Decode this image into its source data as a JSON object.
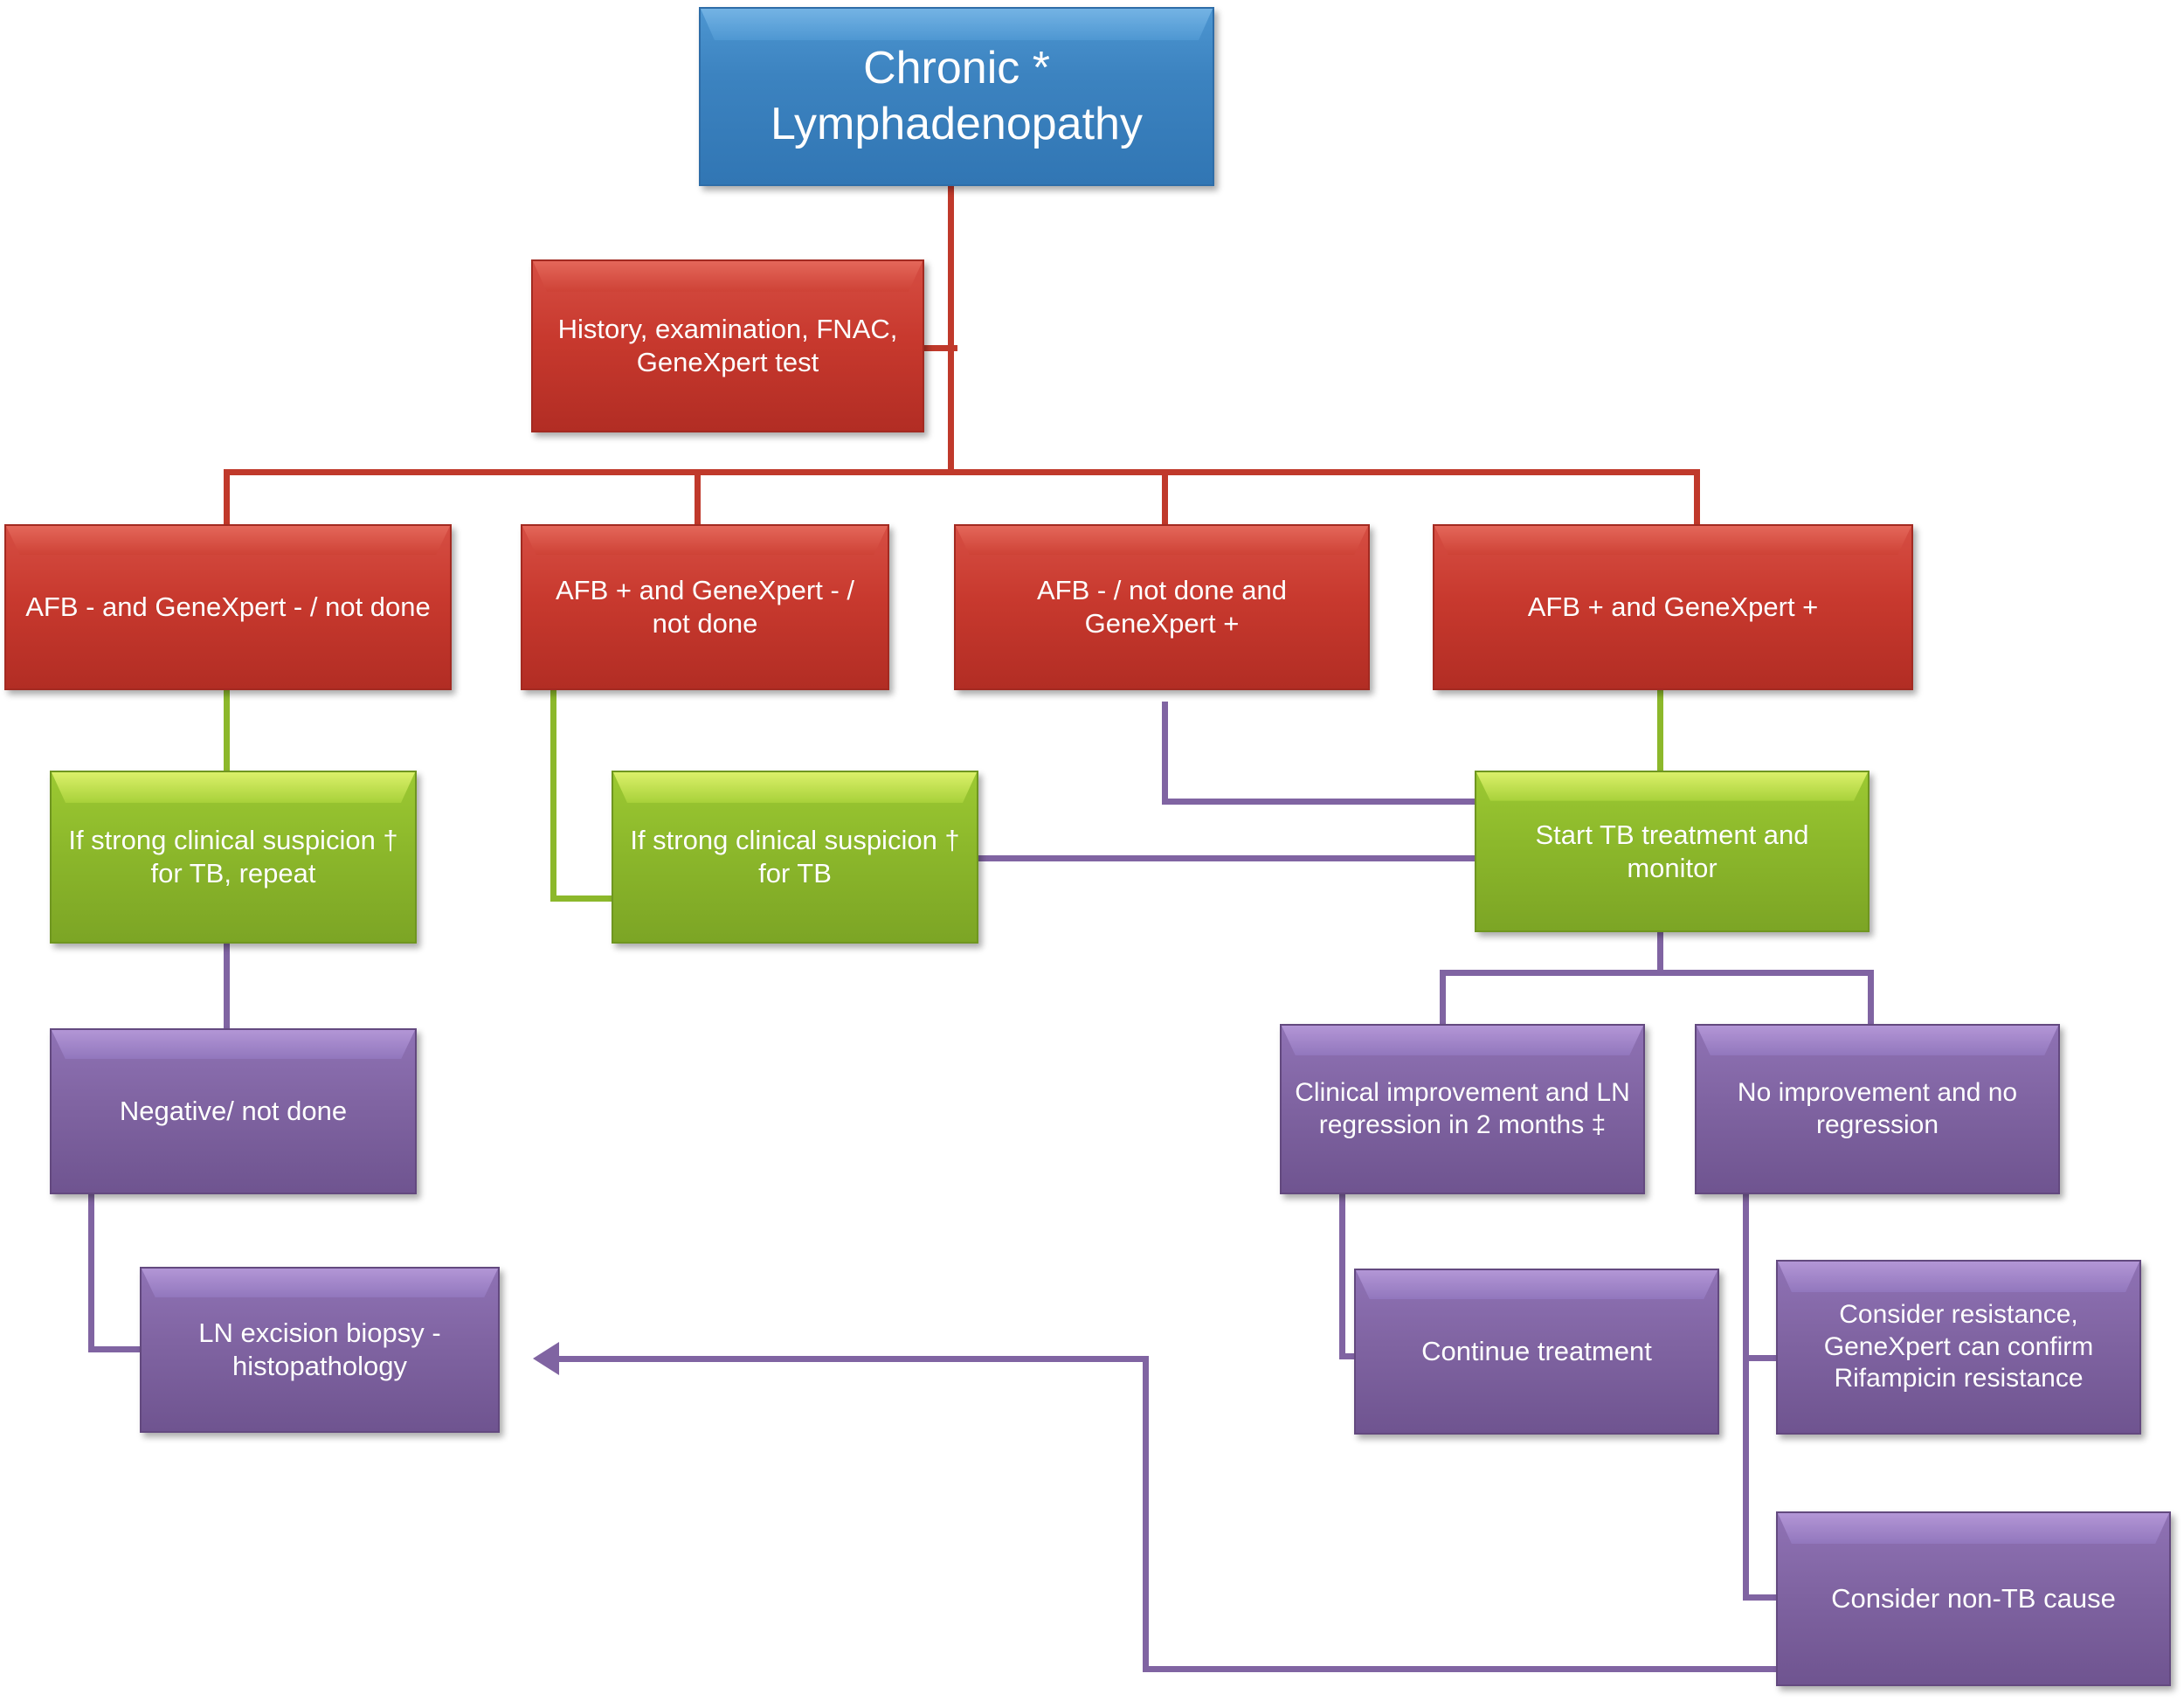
{
  "diagram": {
    "title": "Chronic Lymphadenopathy diagnostic algorithm",
    "colors": {
      "blue": "#3C83C0",
      "red": "#C8392E",
      "green": "#8CB82B",
      "purple": "#8064A2",
      "connector_red": "#C0392B",
      "connector_green": "#8CB82B",
      "connector_purple": "#8064A2",
      "background": "#FFFFFF",
      "text": "#FFFFFF"
    },
    "nodes": {
      "start": "Chronic * Lymphadenopathy",
      "workup": "History, examination, FNAC, GeneXpert test",
      "result_1": "AFB - and GeneXpert - / not done",
      "result_2": "AFB + and GeneXpert - / not done",
      "result_3": "AFB - / not done and GeneXpert +",
      "result_4": "AFB + and GeneXpert +",
      "suspicion_repeat": "If strong clinical suspicion † for TB, repeat",
      "suspicion_tb": "If strong clinical suspicion † for TB",
      "start_treatment": "Start TB treatment and monitor",
      "negative_not_done": "Negative/ not done",
      "improvement": "Clinical improvement and LN regression in 2 months ‡",
      "no_improvement": "No improvement and no regression",
      "ln_biopsy": "LN excision biopsy - histopathology",
      "continue_treatment": "Continue treatment",
      "consider_resistance": "Consider resistance, GeneXpert can confirm Rifampicin resistance",
      "consider_non_tb": "Consider non-TB cause"
    }
  }
}
